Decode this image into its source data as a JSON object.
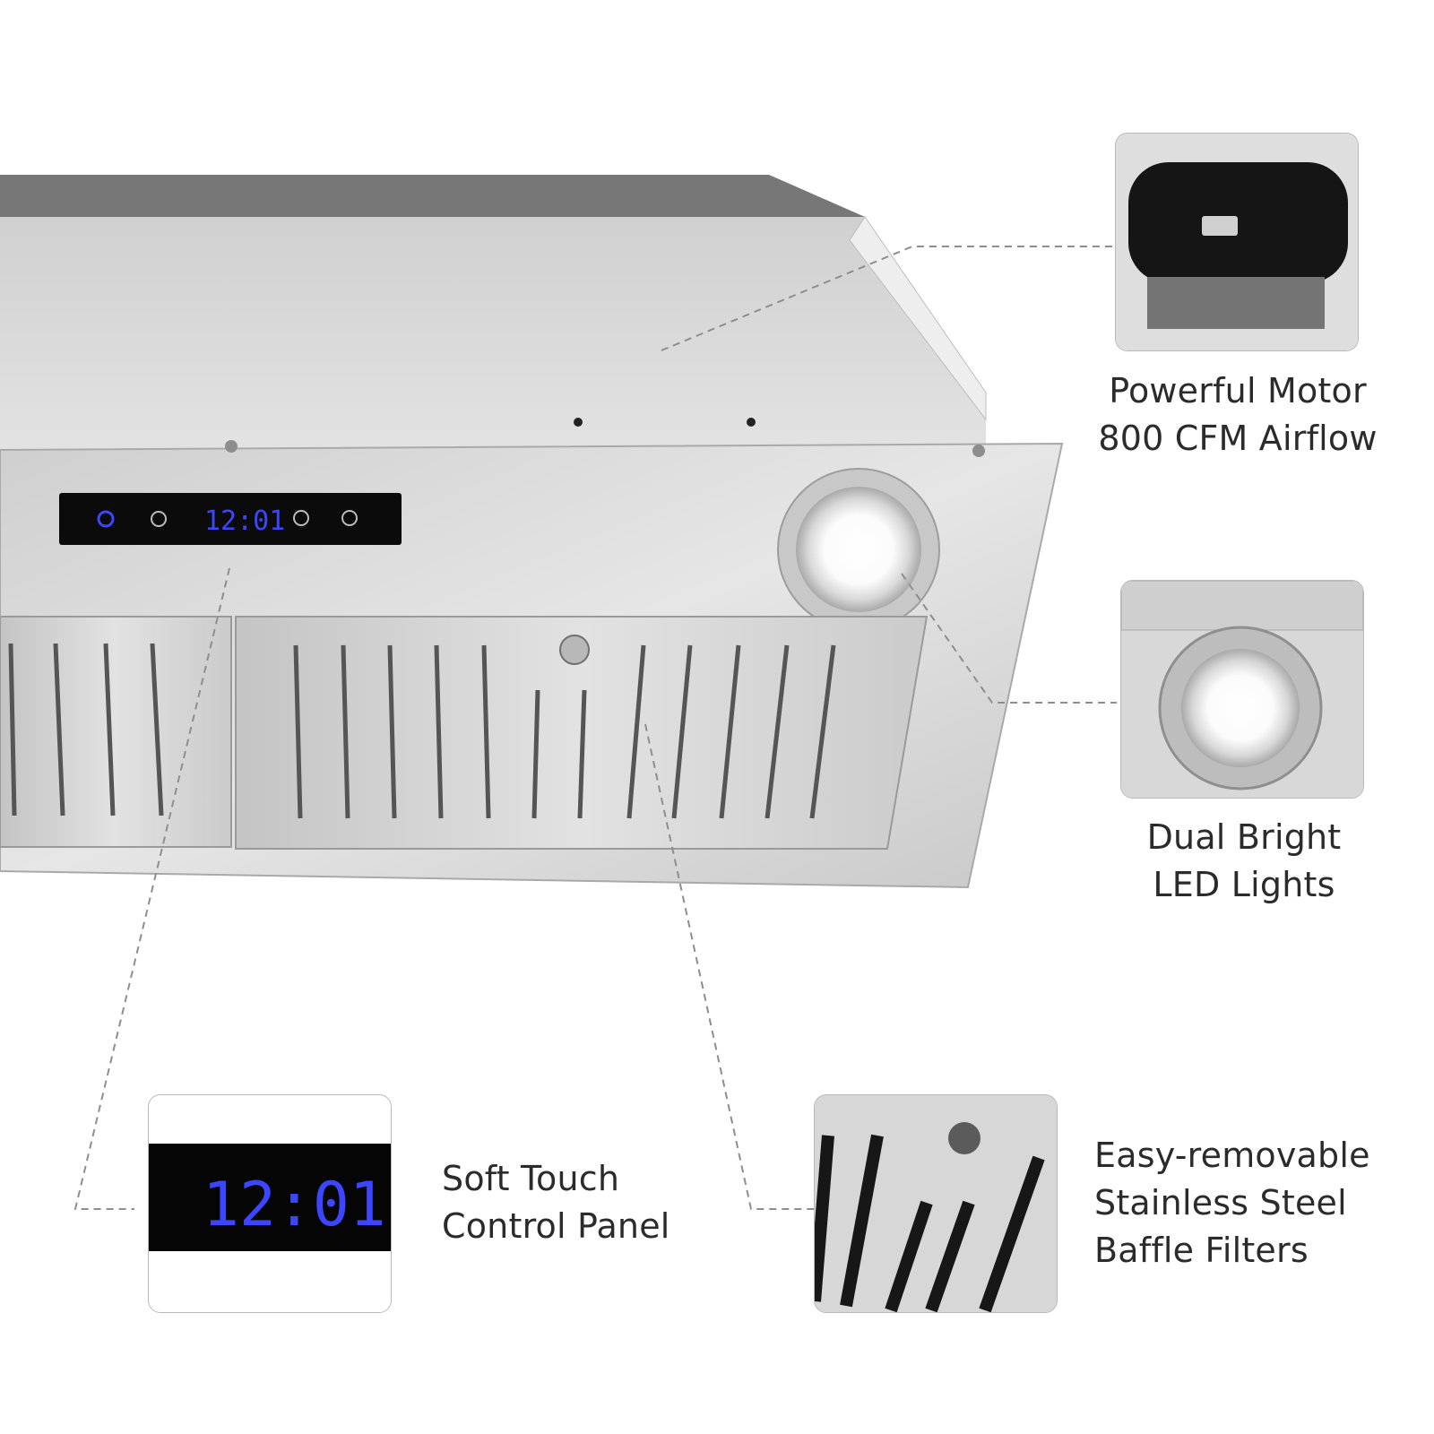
{
  "display": {
    "time": "12:01",
    "inset_time": "12:01"
  },
  "features": {
    "motor": {
      "line1": "Powerful Motor",
      "line2": "800 CFM Airflow"
    },
    "lights": {
      "line1": "Dual Bright",
      "line2": "LED Lights"
    },
    "panel": {
      "line1": "Soft Touch",
      "line2": "Control Panel"
    },
    "filters": {
      "line1": "Easy-removable",
      "line2": "Stainless Steel",
      "line3": "Baffle Filters"
    }
  },
  "colors": {
    "steel": "#d6d6d6",
    "lcd_blue": "#3c46ff",
    "panel_black": "#0b0b0b",
    "text": "#2b2b2b"
  },
  "icons": [
    "fan-icon",
    "timer-icon",
    "menu-icon",
    "power-icon"
  ]
}
